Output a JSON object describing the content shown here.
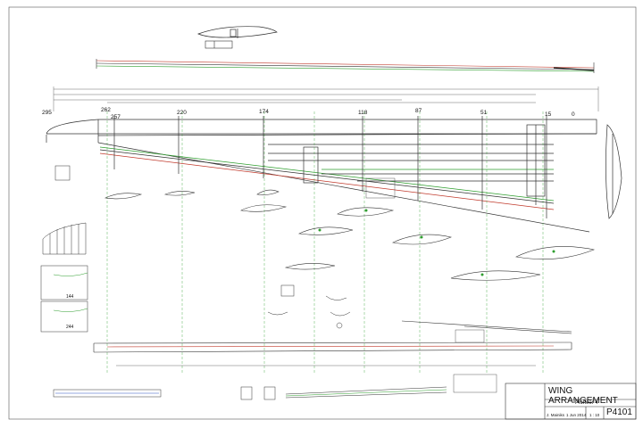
{
  "station_labels": [
    "295",
    "262",
    "257",
    "220",
    "174",
    "118",
    "87",
    "51",
    "15",
    "0"
  ],
  "inset_labels": [
    "144",
    "244"
  ],
  "title_block": {
    "title": "WING ARRANGEMENT",
    "subtitle": "Pioneer 4",
    "drawn_by": "J. Mainiks",
    "date": "1 Jun 2014",
    "scale": "1 : 10",
    "drawing_number": "P4101"
  },
  "colors": {
    "line": "#333333",
    "green": "#2e9e2e",
    "red": "#c0392b",
    "blue": "#2a50c0"
  }
}
